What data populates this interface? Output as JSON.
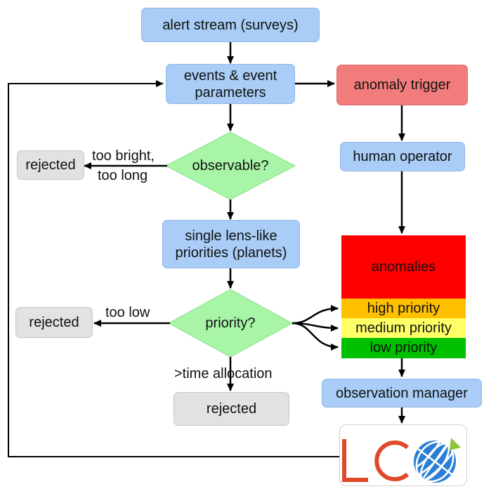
{
  "nodes": {
    "alert_stream": "alert stream (surveys)",
    "events": "events & event\nparameters",
    "anomaly_trigger": "anomaly trigger",
    "observable": "observable?",
    "human_operator": "human operator",
    "rejected_1": "rejected",
    "single_lens": "single lens-like\npriorities (planets)",
    "priority": "priority?",
    "rejected_2": "rejected",
    "rejected_3": "rejected",
    "observation_manager": "observation manager"
  },
  "edge_labels": {
    "too_bright": "too bright,",
    "too_long": "too long",
    "too_low": "too low",
    "time_allocation": ">time allocation"
  },
  "priority_stack": {
    "anomalies": "anomalies",
    "high": "high priority",
    "medium": "medium priority",
    "low": "low priority"
  },
  "colors": {
    "anomalies": "#ff0000",
    "high": "#ffc000",
    "medium": "#ffff66",
    "low": "#00c000",
    "diamond": "#a8f5a8",
    "lco_red": "#e04a2b",
    "lco_blue": "#2a7fd4",
    "lco_green": "#8cc63f"
  },
  "logo": {
    "text": "LCO"
  }
}
